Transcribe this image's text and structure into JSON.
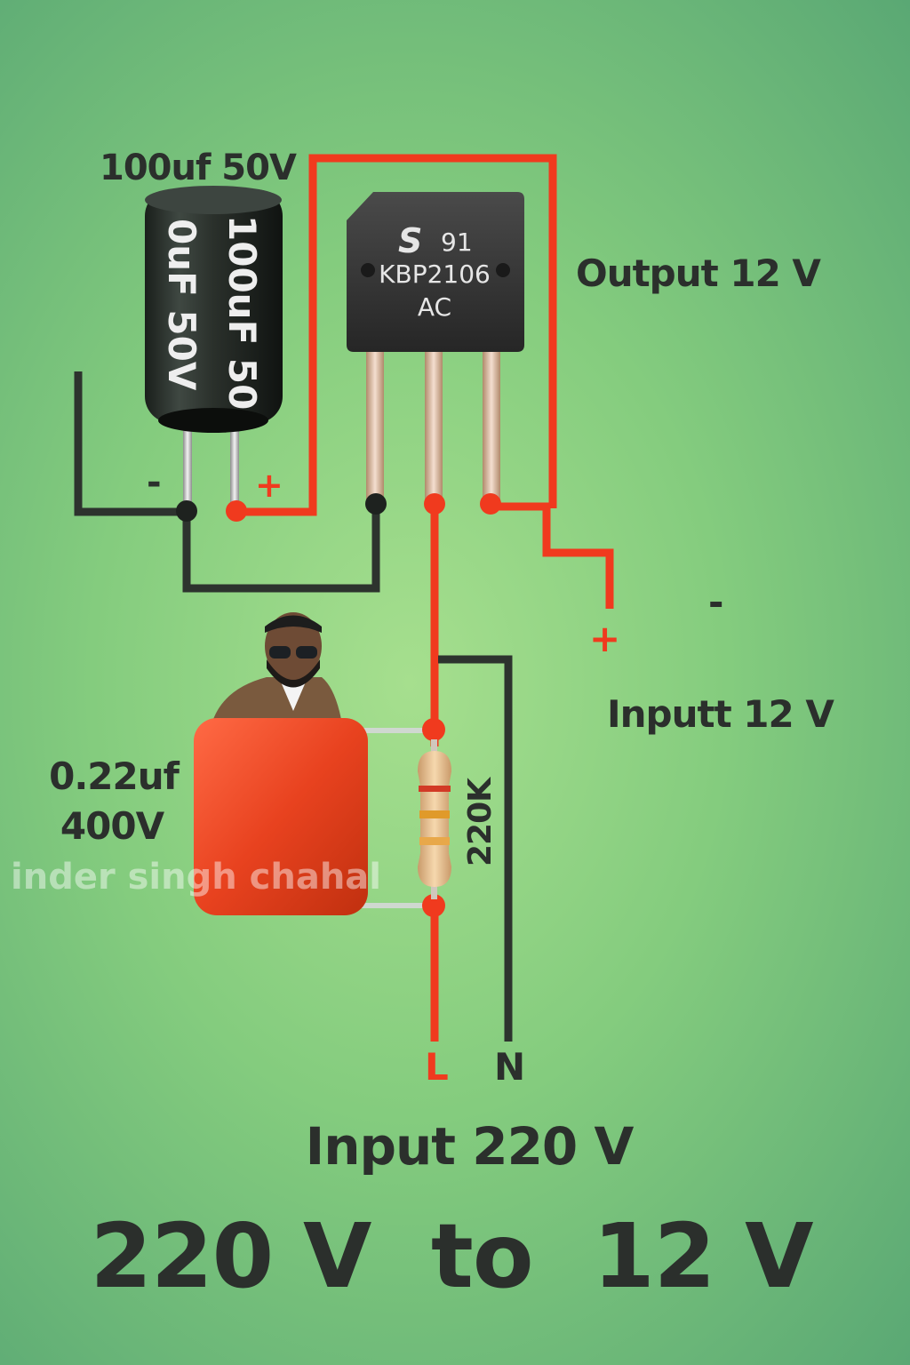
{
  "labels": {
    "electrolytic_cap": "100uf 50V",
    "output": "Output 12 V",
    "input_dc": "Inputt 12 V",
    "film_cap_value": "0.22uf",
    "film_cap_voltage": "400V",
    "resistor": "220K",
    "line": "L",
    "neutral": "N",
    "input_ac": "Input 220 V",
    "headline": "220 V  to  12 V",
    "watermark": "inder singh chahal"
  },
  "electrolytic_body": {
    "line1": "100uF  50",
    "line2": "0uF 50V"
  },
  "bridge": {
    "logo": "S",
    "code": "91",
    "part": "KBP2106",
    "type": "AC"
  },
  "polarity": {
    "cap_minus": "-",
    "cap_plus": "+",
    "in_plus": "+",
    "in_minus": "-"
  },
  "colors": {
    "wire_red": "#f03a1e",
    "wire_black": "#2d332e",
    "film_cap": "#e8421f",
    "background": "#84cc7e"
  }
}
